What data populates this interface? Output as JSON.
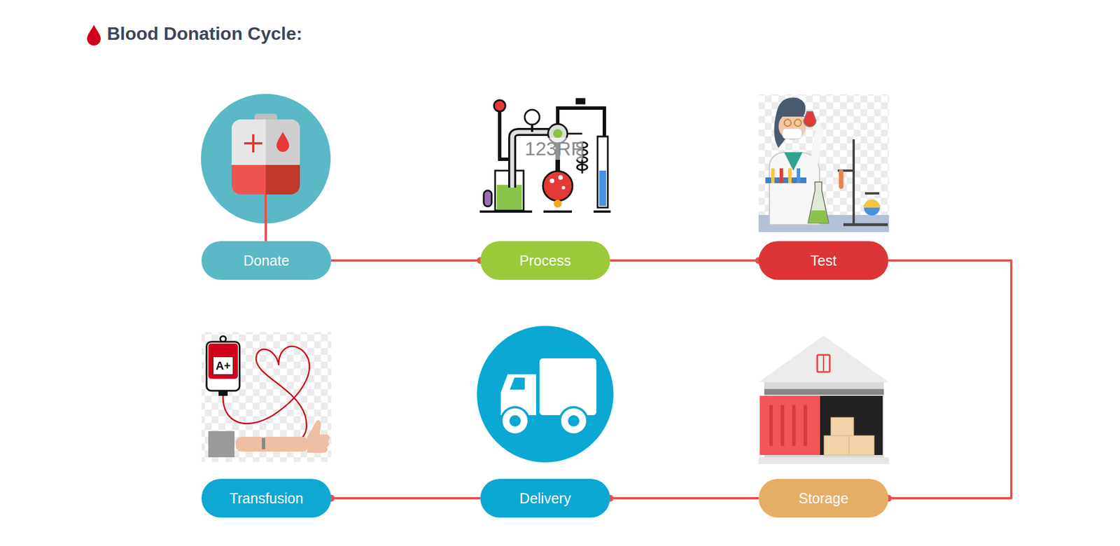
{
  "diagram": {
    "title": "Blood Donation Cycle:",
    "nodes": [
      {
        "text": [
          "Donate"
        ]
      },
      {
        "text": [
          "Process"
        ]
      },
      {
        "text": [
          "Test"
        ]
      },
      {
        "text": [
          "Transfusion"
        ]
      },
      {
        "text": [
          "Delivery"
        ]
      },
      {
        "text": [
          "Storage"
        ]
      }
    ],
    "edges": [
      {
        "from": 0,
        "to": 1,
        "arrow": "none"
      },
      {
        "from": 1,
        "to": 2,
        "arrow": "none"
      },
      {
        "from": 2,
        "to": 5,
        "arrow": "none"
      },
      {
        "from": 5,
        "to": 4,
        "arrow": "none"
      },
      {
        "from": 4,
        "to": 3,
        "arrow": "none"
      }
    ],
    "labels": [
      "123RF",
      "A+"
    ]
  }
}
